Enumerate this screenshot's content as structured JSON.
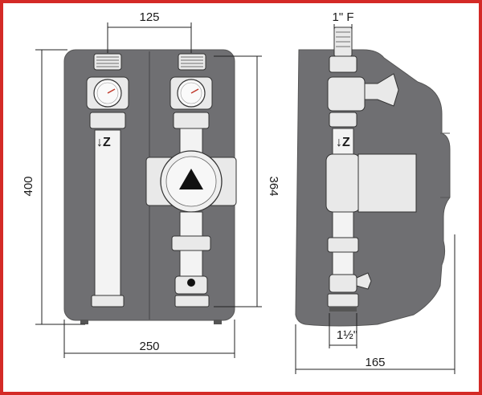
{
  "colors": {
    "frame_border": "#d42a26",
    "housing": "#6f6f72",
    "metal": "#e9e9e9",
    "dimension_line": "#222222"
  },
  "dimensions": {
    "pipe_spacing": "125",
    "total_height": "400",
    "insulation_height": "364",
    "total_width": "250",
    "side_depth": "165",
    "top_connection": "1\" F",
    "bottom_connection": "1½\""
  },
  "labels": {
    "front_left_flow": "↓Z",
    "side_flow": "↓Z"
  },
  "icons": {
    "pump_direction": "triangle-up-icon",
    "thermometer": "thermometer-dial-icon",
    "valve_handle": "valve-handle-icon"
  }
}
